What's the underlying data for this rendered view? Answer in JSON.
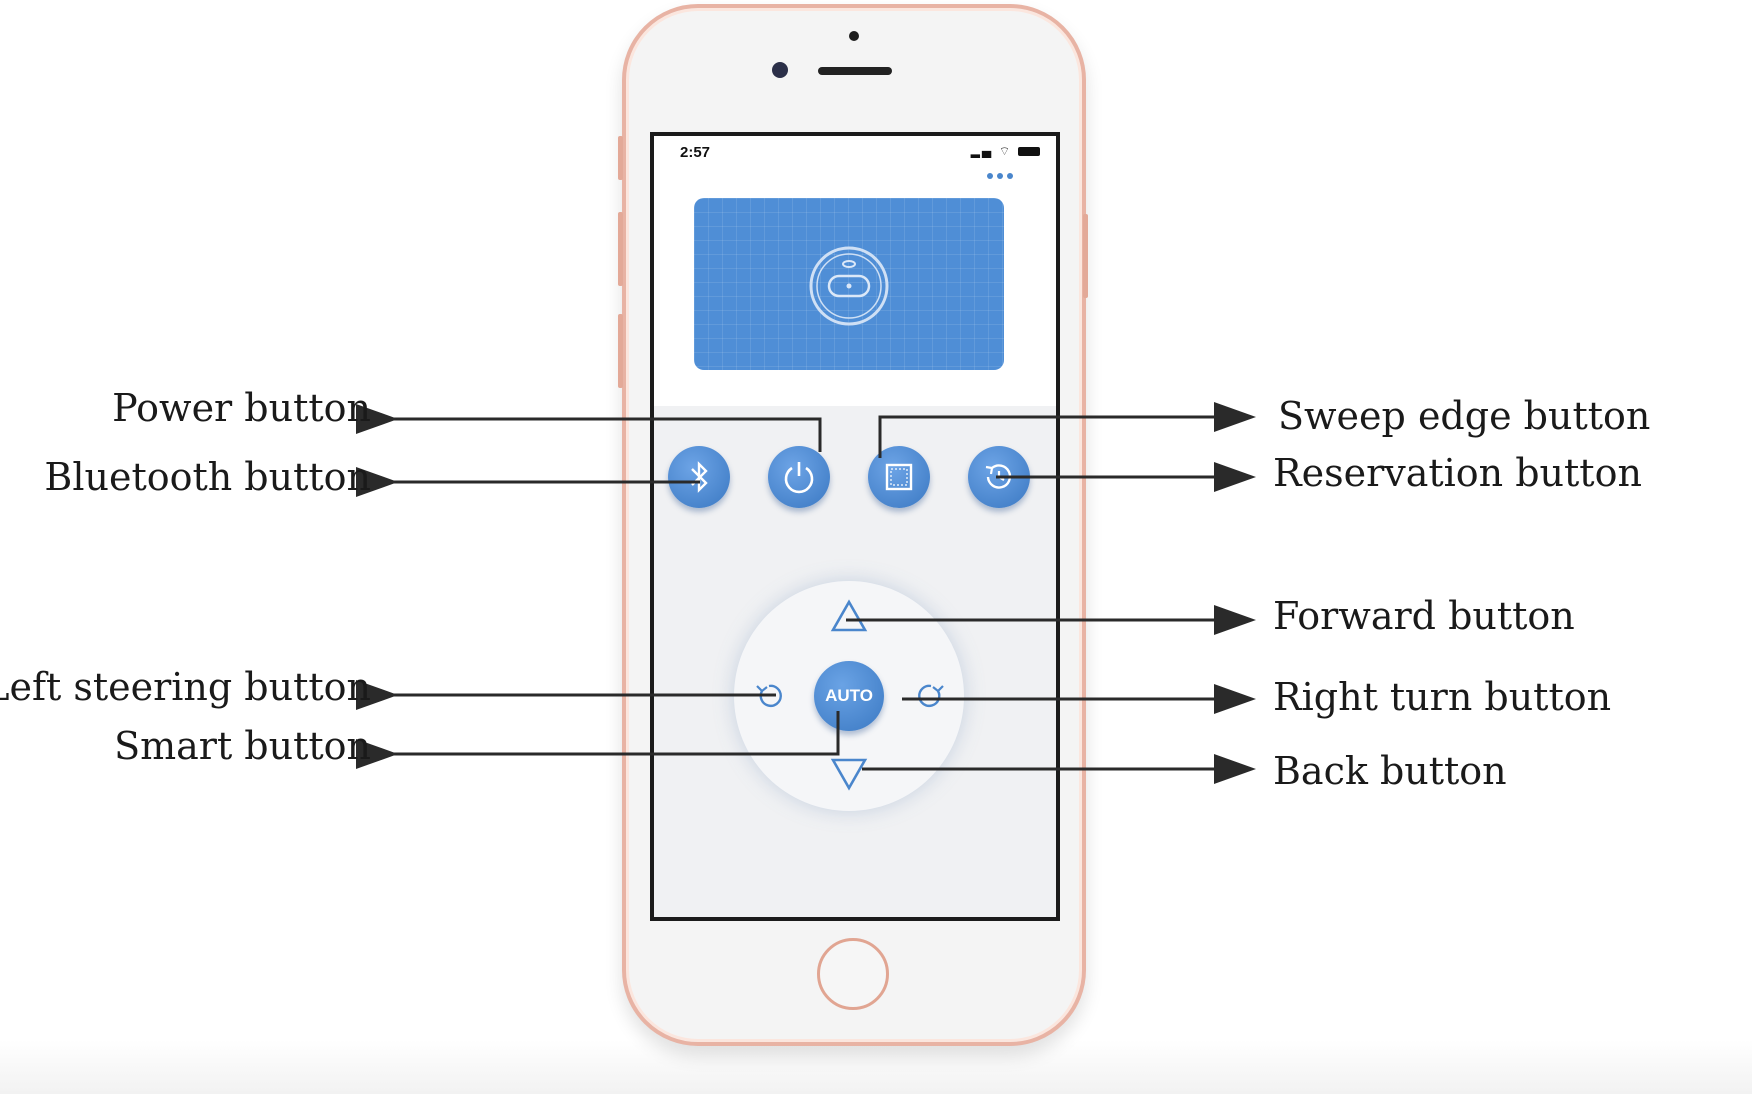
{
  "phone": {
    "status_time": "2:57"
  },
  "screen": {
    "auto_label": "AUTO"
  },
  "labels": {
    "power": "Power button",
    "bluetooth": "Bluetooth button",
    "left_steering": "Left steering button",
    "smart": "Smart button",
    "sweep_edge": "Sweep edge button",
    "reservation": "Reservation button",
    "forward": "Forward button",
    "right_turn": "Right turn button",
    "back": "Back button"
  },
  "colors": {
    "accent_blue": "#4a86cc",
    "phone_frame": "#e8b3a4",
    "leader_line": "#2a2a2a"
  },
  "icons": [
    "bluetooth-icon",
    "power-icon",
    "sweep-edge-icon",
    "reservation-icon",
    "forward-arrow-icon",
    "back-arrow-icon",
    "left-turn-icon",
    "right-turn-icon",
    "robot-vacuum-icon",
    "wifi-icon",
    "signal-icon",
    "battery-icon"
  ]
}
